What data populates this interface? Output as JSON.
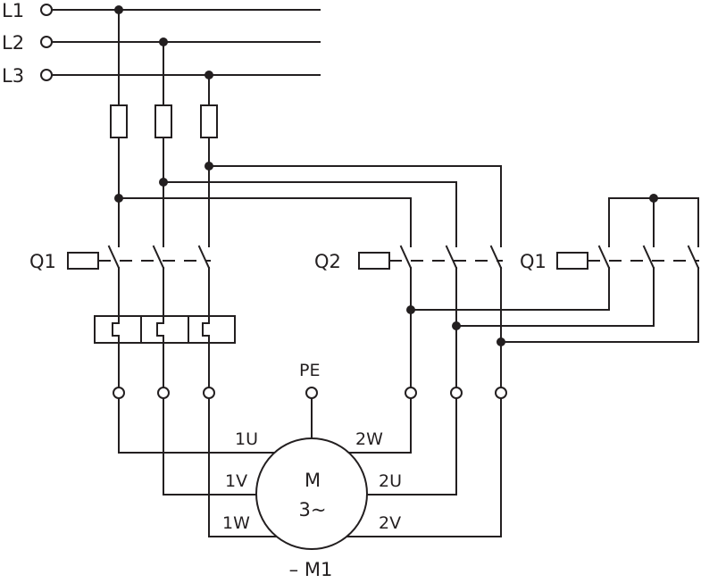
{
  "lines": {
    "l1": "L1",
    "l2": "L2",
    "l3": "L3"
  },
  "contactors": {
    "q1_main": "Q1",
    "q2": "Q2",
    "q1_star": "Q1"
  },
  "earth": "PE",
  "motor": {
    "symbol": "M",
    "phases": "3~",
    "designation": "– M1",
    "terminals": {
      "u1": "1U",
      "v1": "1V",
      "w1": "1W",
      "w2": "2W",
      "u2": "2U",
      "v2": "2V"
    }
  }
}
